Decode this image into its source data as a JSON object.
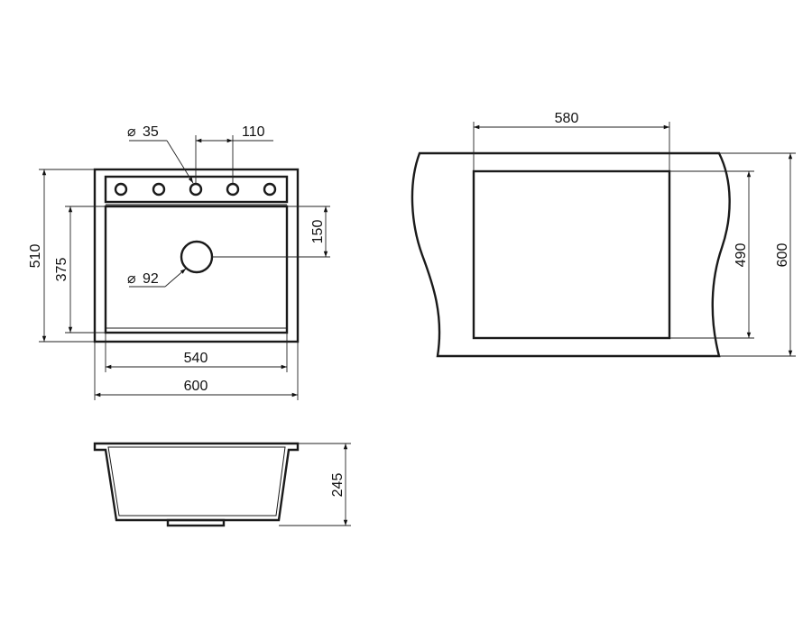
{
  "front_view": {
    "dim_hole_diameter": "35",
    "dim_hole_spacing": "110",
    "dim_drain_offset": "150",
    "dim_inner_depth": "375",
    "dim_outer_depth": "510",
    "dim_drain_diameter": "92",
    "dim_inner_width": "540",
    "dim_outer_width": "600"
  },
  "cutout_view": {
    "dim_cutout_width": "580",
    "dim_cutout_depth": "490",
    "dim_countertop_depth": "600"
  },
  "side_view": {
    "dim_height": "245"
  }
}
